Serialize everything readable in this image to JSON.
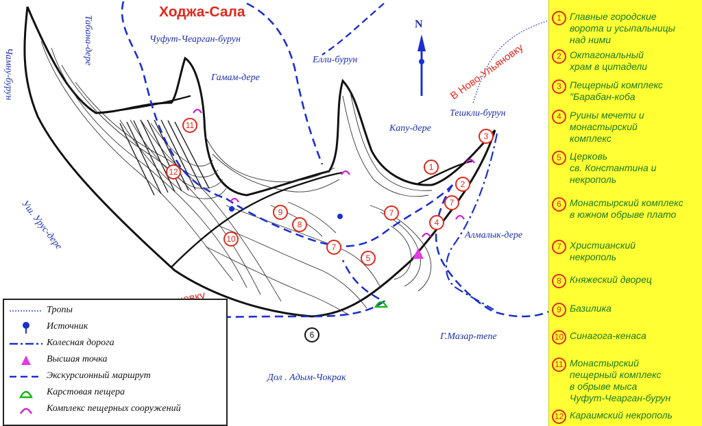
{
  "title": "Ходжа-Сала",
  "compass": "N",
  "red_labels": {
    "to_ternovka": "В Терновку",
    "to_novo": "В Ново-Ульяновку"
  },
  "place_labels": [
    {
      "id": "chufut",
      "text": "Чуфут-Чеарган-бурун"
    },
    {
      "id": "taban",
      "text": "Табана-дере"
    },
    {
      "id": "chamnu",
      "text": "Чамну-бурун"
    },
    {
      "id": "gamam",
      "text": "Гамам-дере"
    },
    {
      "id": "elli",
      "text": "Елли-бурун"
    },
    {
      "id": "kapu",
      "text": "Капу-дере"
    },
    {
      "id": "teshkli",
      "text": "Тешкли-бурун"
    },
    {
      "id": "almalyk",
      "text": "Алмалык-дере"
    },
    {
      "id": "urus",
      "text": "Уш. Урус-дере"
    },
    {
      "id": "mazar",
      "text": "Г.Мазар-тепе"
    },
    {
      "id": "adym",
      "text": "Дол . Адым-Чокрак"
    }
  ],
  "legend": [
    {
      "symbol": "trail",
      "text": "Тропы"
    },
    {
      "symbol": "spring",
      "text": "Источник"
    },
    {
      "symbol": "road",
      "text": "Колесная дорога"
    },
    {
      "symbol": "peak",
      "text": "Высшая точка"
    },
    {
      "symbol": "route",
      "text": "Экскурсионный маршрут"
    },
    {
      "symbol": "cave",
      "text": "Карстовая пещера"
    },
    {
      "symbol": "complex",
      "text": "Комплекс пещерных сооружений"
    }
  ],
  "sites": [
    {
      "num": "1",
      "text": "Главные  городские\nворота и усыпальницы\nнад ними"
    },
    {
      "num": "2",
      "text": "Октагональный\nхрам в цитадели"
    },
    {
      "num": "3",
      "text": "Пещерный комплекс\n\"Барабан-коба"
    },
    {
      "num": "4",
      "text": "Руины мечети  и\nмонастырский\nкомплекс"
    },
    {
      "num": "5",
      "text": "Церковь\nсв. Константина и\nнекрополь"
    },
    {
      "num": "6",
      "text": "Монастырский комплекс\nв южном обрыве  плато"
    },
    {
      "num": "7",
      "text": "Христианский\nнекрополь"
    },
    {
      "num": "8",
      "text": "Княжеский дворец"
    },
    {
      "num": "9",
      "text": "Базилика"
    },
    {
      "num": "10",
      "text": "Синагога-кенаса"
    },
    {
      "num": "11",
      "text": "Монастырский\nпещерный комплекс\nв обрыве мыса\nЧуфут-Чеарган-бурун"
    },
    {
      "num": "12",
      "text": "Караимский некрополь"
    }
  ],
  "map_markers": [
    "11",
    "12",
    "9",
    "8",
    "10",
    "7",
    "7",
    "5",
    "4",
    "7",
    "2",
    "1",
    "3",
    "6"
  ],
  "colors": {
    "sidebar_bg": "#ffff33",
    "site_text": "#1a7a22",
    "marker": "#e0281b",
    "labels": "#1a2fb0",
    "route": "#1b2fd0",
    "complex_symbol": "#d11ed1",
    "cave_symbol": "#18b418"
  }
}
